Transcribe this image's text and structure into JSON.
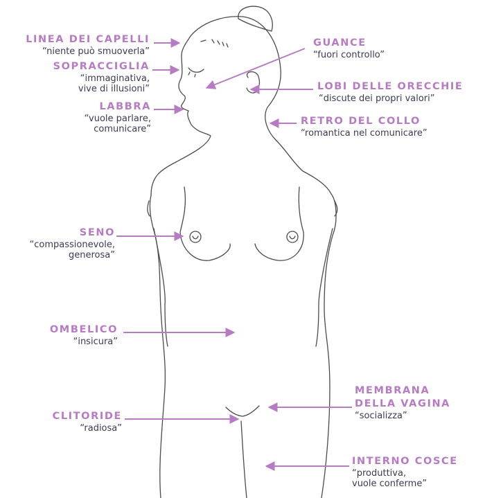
{
  "colors": {
    "accent": "#b77bc4",
    "text_dark": "#3a3a55",
    "outline": "#4a4a4a"
  },
  "labels": [
    {
      "id": "hairline",
      "title": [
        "LINEA DEI CAPELLI"
      ],
      "quote": [
        "“niente può smuoverla”"
      ]
    },
    {
      "id": "eyebrows",
      "title": [
        "SOPRACCIGLIA"
      ],
      "quote": [
        "“immaginativa,",
        "vive di illusioni”"
      ]
    },
    {
      "id": "lips",
      "title": [
        "LABBRA"
      ],
      "quote": [
        "“vuole parlare,",
        "comunicare”"
      ]
    },
    {
      "id": "cheeks",
      "title": [
        "GUANCE"
      ],
      "quote": [
        "“fuori controllo”"
      ]
    },
    {
      "id": "earlobes",
      "title": [
        "LOBI DELLE ORECCHIE"
      ],
      "quote": [
        "“discute dei propri valori”"
      ]
    },
    {
      "id": "neck-back",
      "title": [
        "RETRO DEL COLLO"
      ],
      "quote": [
        "“romantica nel comunicare”"
      ]
    },
    {
      "id": "breast",
      "title": [
        "SENO"
      ],
      "quote": [
        "“compassionevole,",
        "generosa”"
      ]
    },
    {
      "id": "navel",
      "title": [
        "OMBELICO"
      ],
      "quote": [
        "“insicura”"
      ]
    },
    {
      "id": "hymen",
      "title": [
        "MEMBRANA",
        "DELLA VAGINA"
      ],
      "quote": [
        "“socializza”"
      ]
    },
    {
      "id": "clitoris",
      "title": [
        "CLITORIDE"
      ],
      "quote": [
        "“radiosa”"
      ]
    },
    {
      "id": "inner-thighs",
      "title": [
        "INTERNO COSCE"
      ],
      "quote": [
        "“produttiva,",
        "vuole conferme”"
      ]
    }
  ]
}
